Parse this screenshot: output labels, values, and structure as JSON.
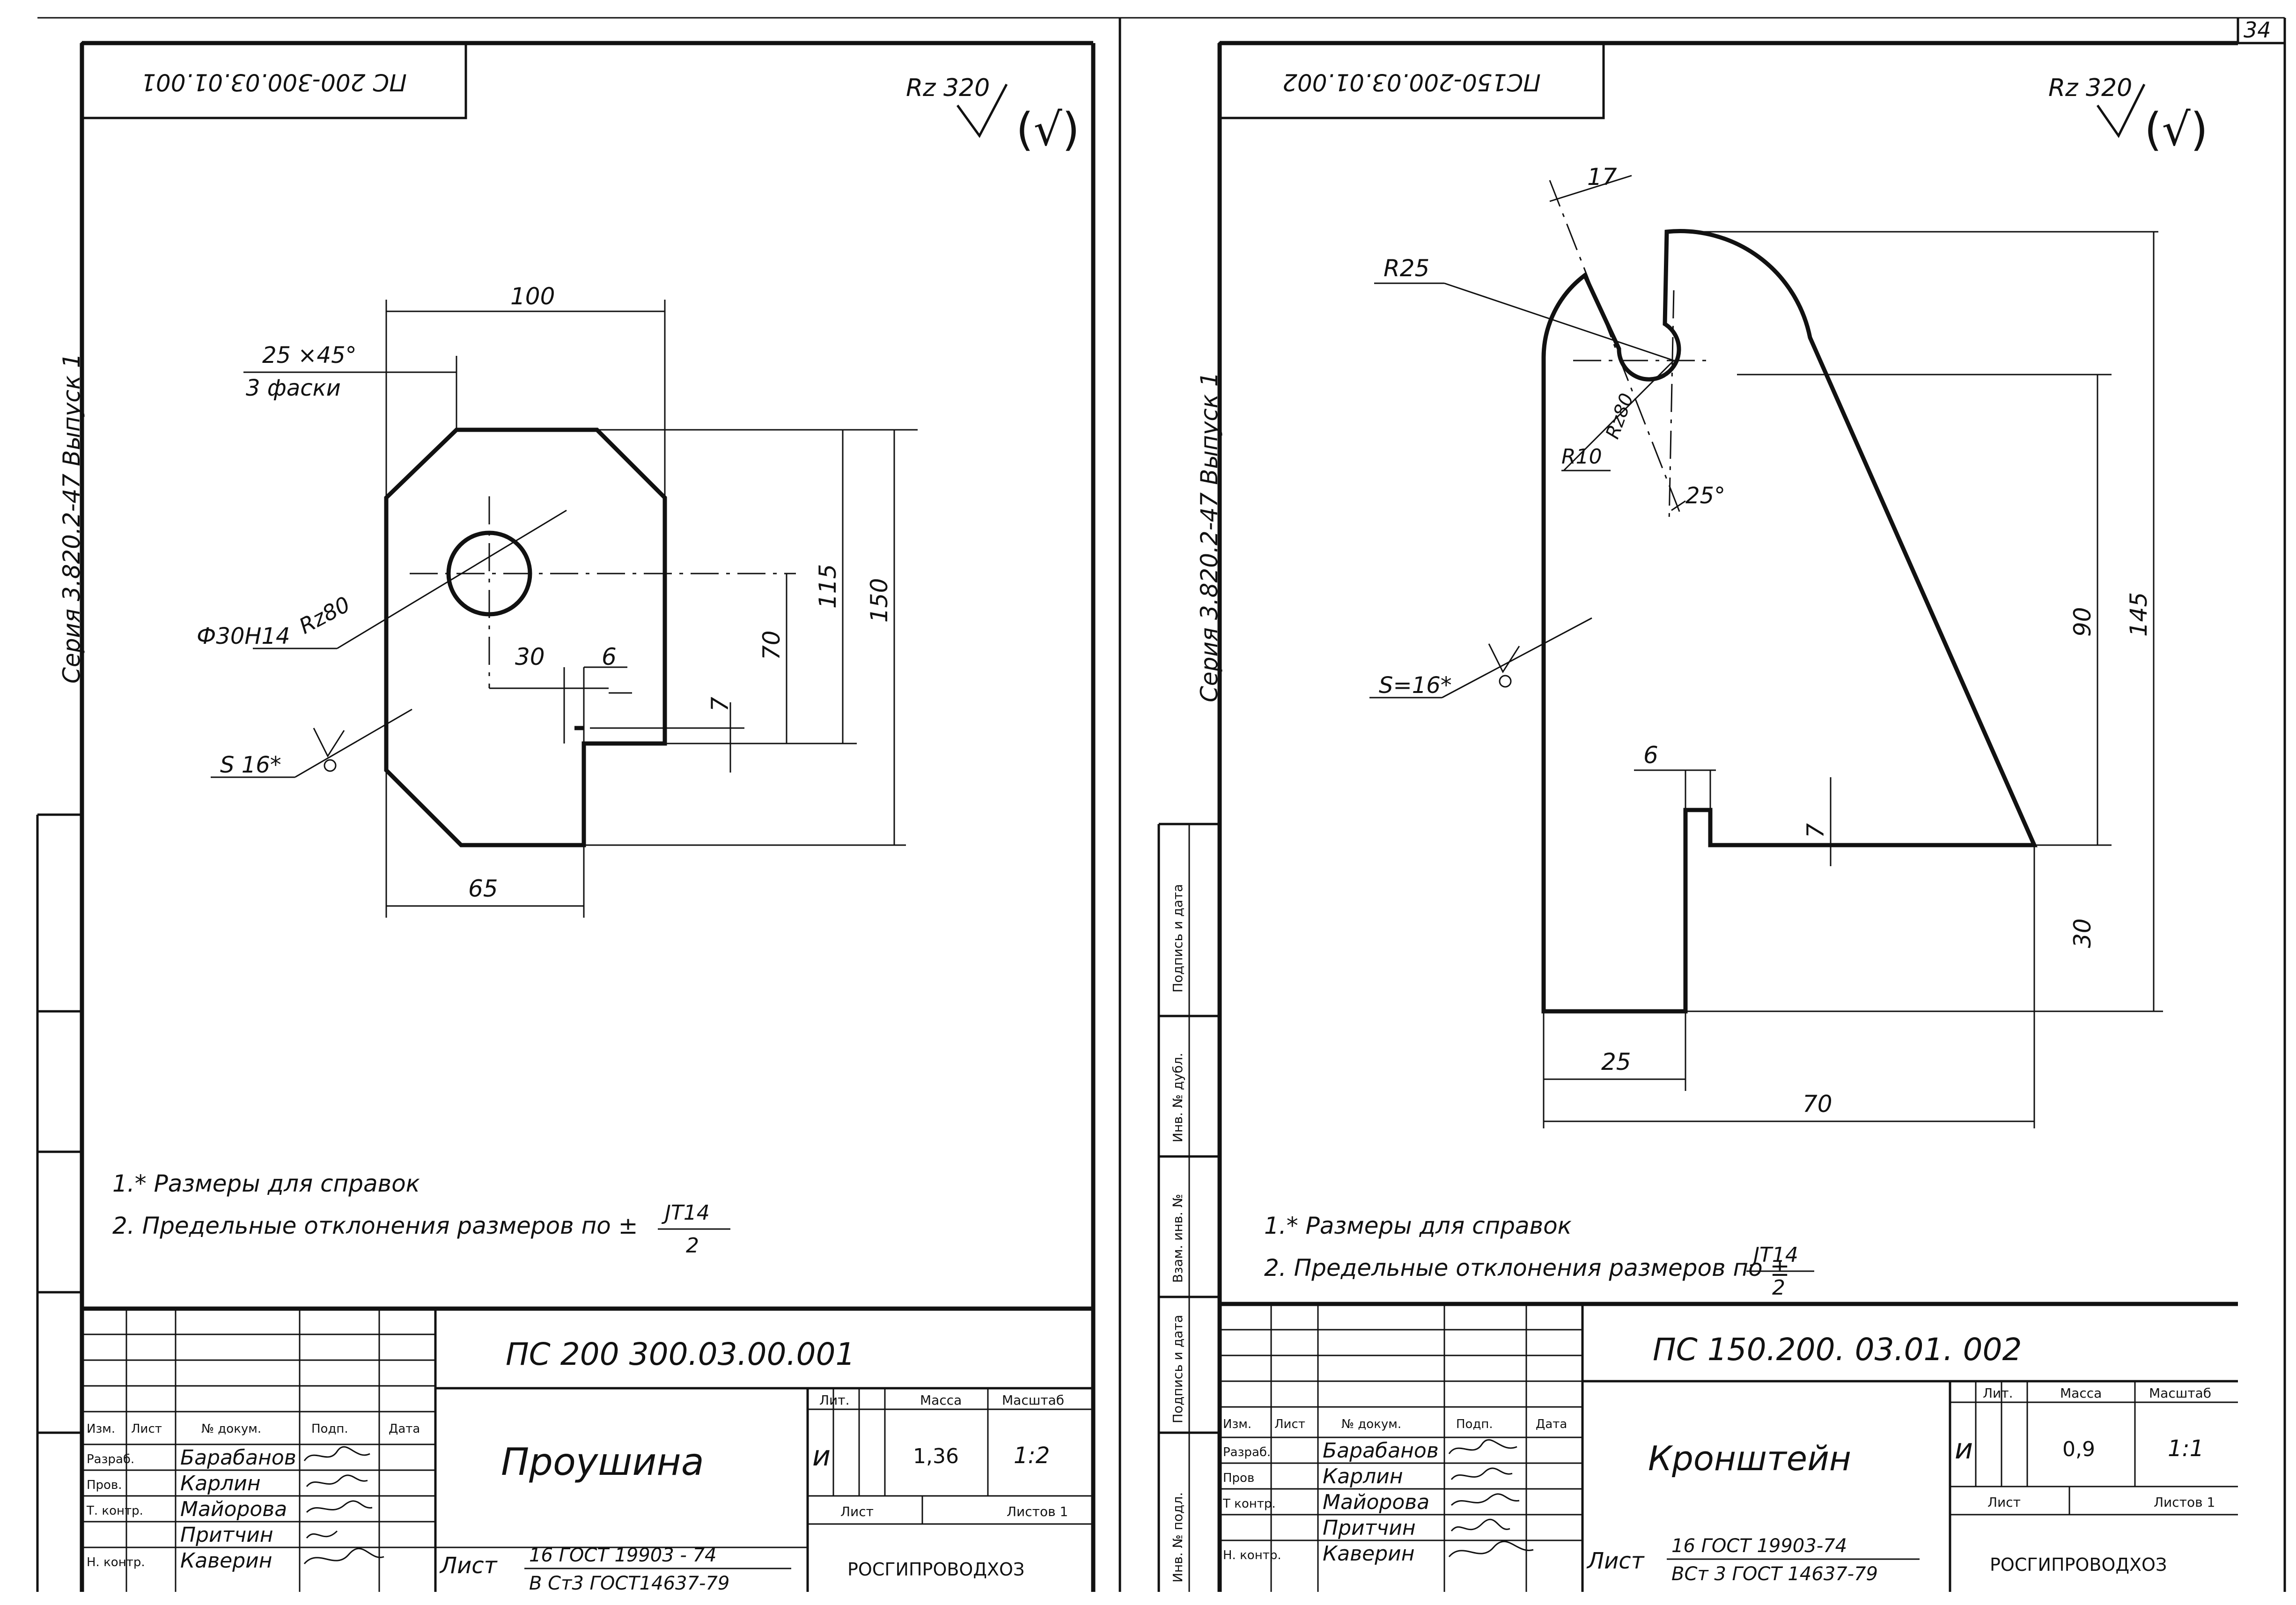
{
  "page_number": "34",
  "surface_mark": "Rz 320",
  "surface_mark_general": "(√)",
  "left": {
    "mirrored_code": "ПС 200-300.03.01.001",
    "series_stamp": "Серия 3.820.2-47 Выпуск 1",
    "dims": {
      "w100": "100",
      "chamfer": "25 ×45°",
      "chamfer2": "3 фаски",
      "hole": "Ф30Н14",
      "rz": "Rz80",
      "d30": "30",
      "d6": "6",
      "d7": "7",
      "d70": "70",
      "d115": "115",
      "d150": "150",
      "thick": "S 16*",
      "d65": "65"
    },
    "note1": "1.* Размеры для справок",
    "note2": "2. Предельные отклонения размеров по ±",
    "note_frac_top": "JT14",
    "note_frac_bot": "2",
    "title_block": {
      "doc_code": "ПС 200 300.03.00.001",
      "title": "Проушина",
      "headers": {
        "izm": "Изм.",
        "list": "Лист",
        "dok": "№ докум.",
        "podp": "Подп.",
        "data": "Дата"
      },
      "roles": [
        "Разраб.",
        "Пров.",
        "Т. контр.",
        "",
        "Н. контр."
      ],
      "names": [
        "Барабанов",
        "Карлин",
        "Майорова",
        "Притчин",
        "Каверин"
      ],
      "lit_header": "Лит.",
      "massa_header": "Масса",
      "scale_header": "Масштаб",
      "lit": "и",
      "mass": "1,36",
      "scale": "1:2",
      "sheet_label": "Лист",
      "sheets_label": "Листов 1",
      "material_label": "Лист",
      "material_top": "16 ГОСТ 19903 - 74",
      "material_bot": "В Ст3 ГОСТ14637-79",
      "org": "РОСГИПРОВОДХОЗ"
    }
  },
  "right": {
    "mirrored_code": "ПС150-200.03.01.002",
    "series_stamp": "Серия 3.820.2-47 Выпуск 1",
    "dims": {
      "d17": "17",
      "r25": "R25",
      "rz": "Rz80",
      "r10": "R10",
      "a25": "25°",
      "d90": "90",
      "d145": "145",
      "thick": "S=16*",
      "d6": "6",
      "d7": "7",
      "d30": "30",
      "d25": "25",
      "d70": "70"
    },
    "side_labels": [
      "Подпись и дата",
      "Инв. № дубл.",
      "Взам. инв. №",
      "Подпись и дата",
      "Инв. № подл."
    ],
    "note1": "1.* Размеры для справок",
    "note2": "2. Предельные отклонения размеров по ±",
    "note_frac_top": "JT14",
    "note_frac_bot": "2",
    "title_block": {
      "doc_code": "ПС 150.200. 03.01. 002",
      "title": "Кронштейн",
      "headers": {
        "izm": "Изм.",
        "list": "Лист",
        "dok": "№ докум.",
        "podp": "Подп.",
        "data": "Дата"
      },
      "roles": [
        "Разраб.",
        "Пров",
        "Т контр.",
        "",
        "Н. контр."
      ],
      "names": [
        "Барабанов",
        "Карлин",
        "Майорова",
        "Притчин",
        "Каверин"
      ],
      "lit_header": "Лит.",
      "massa_header": "Масса",
      "scale_header": "Масштаб",
      "lit": "и",
      "mass": "0,9",
      "scale": "1:1",
      "sheet_label": "Лист",
      "sheets_label": "Листов 1",
      "material_label": "Лист",
      "material_top": "16 ГОСТ 19903-74",
      "material_bot": "ВСт 3 ГОСТ 14637-79",
      "org": "РОСГИПРОВОДХОЗ"
    }
  },
  "colors": {
    "ink": "#111111",
    "paper": "#ffffff"
  }
}
